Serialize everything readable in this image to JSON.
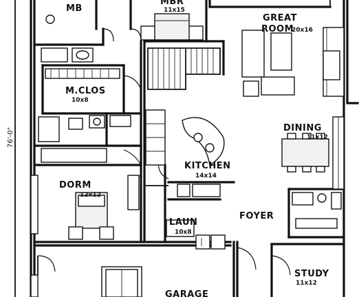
{
  "rooms": {
    "mb": {
      "name": "MB"
    },
    "mbr2": {
      "name": "MBR",
      "dims": "11x15"
    },
    "great_room": {
      "name": "GREAT",
      "name2": "ROOM",
      "dims": "20x16"
    },
    "mclos": {
      "name": "M.CLOS",
      "dims": "10x8"
    },
    "dining": {
      "name": "DINING",
      "dims": "11x12"
    },
    "kitchen": {
      "name": "KITCHEN",
      "dims": "14x14"
    },
    "dorm": {
      "name": "DORM",
      "dims": "12x12"
    },
    "laun": {
      "name": "LAUN",
      "dims": "10x8"
    },
    "foyer": {
      "name": "FOYER"
    },
    "study": {
      "name": "STUDY",
      "dims": "11x12"
    },
    "garage": {
      "name": "GARAGE"
    }
  },
  "overall_dimension": "76'-0\""
}
